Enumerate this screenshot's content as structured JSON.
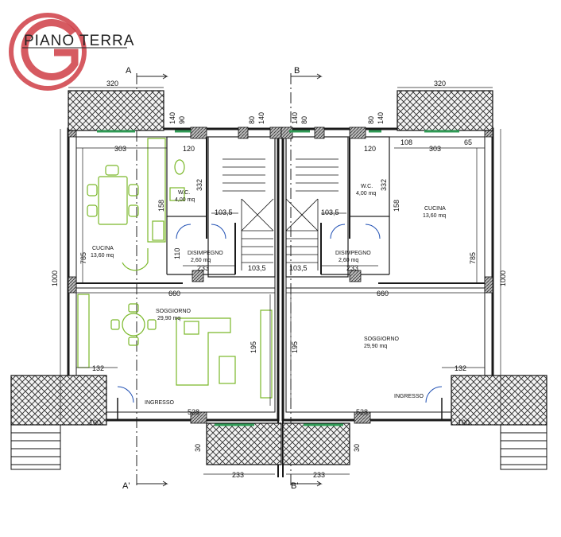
{
  "title": "PIANO TERRA",
  "colors": {
    "wall": "#1a1a1a",
    "furniture": "#7ab829",
    "logo": "#c8232c",
    "window": "#2f9a55"
  },
  "section_marks": {
    "a": "A",
    "a_prime": "A'",
    "b": "B",
    "b_prime": "B'"
  },
  "rooms": {
    "cucina_left": {
      "name": "CUCINA",
      "area": "13,60 mq"
    },
    "cucina_right": {
      "name": "CUCINA",
      "area": "13,60 mq"
    },
    "wc_left": {
      "name": "W.C.",
      "area": "4,00 mq"
    },
    "wc_right": {
      "name": "W.C.",
      "area": "4,00 mq"
    },
    "disimpegno_left": {
      "name": "DISIMPEGNO",
      "area": "2,60 mq"
    },
    "disimpegno_right": {
      "name": "DISIMPEGNO",
      "area": "2,60 mq"
    },
    "soggiorno_left": {
      "name": "SOGGIORNO",
      "area": "29,90 mq"
    },
    "soggiorno_right": {
      "name": "SOGGIORNO",
      "area": "29,90 mq"
    },
    "ingresso_left": "INGRESSO",
    "ingresso_right": "INGRESSO"
  },
  "dimensions": {
    "top_left_320": "320",
    "top_right_320": "320",
    "d303_left": "303",
    "d303_right": "303",
    "d120_left": "120",
    "d120_right": "120",
    "d108": "108",
    "d65": "65",
    "d332_left": "332",
    "d332_right": "332",
    "d158_left": "158",
    "d158_right": "158",
    "d1035_a": "103,5",
    "d1035_b": "103,5",
    "d1035_c": "103,5",
    "d1035_d": "103,5",
    "d233_left": "233",
    "d233_right": "233",
    "d110": "110",
    "d785_left": "785",
    "d785_right": "785",
    "d1000_left": "1000",
    "d1000_right": "1000",
    "d660_left": "660",
    "d660_right": "660",
    "d195_a": "195",
    "d195_b": "195",
    "d132_left": "132",
    "d132_right": "132",
    "d528_left": "528",
    "d528_right": "528",
    "d100_left": "100",
    "d100_right": "100",
    "d233_bottom_left": "233",
    "d233_bottom_right": "233",
    "d30_bl": "30",
    "d30_br": "30",
    "t140_1": "140",
    "t80_1": "80",
    "t90_1": "90",
    "t140_2": "140",
    "t80_2": "80",
    "t140_3": "140",
    "t80_3": "80",
    "t140_4": "140"
  }
}
